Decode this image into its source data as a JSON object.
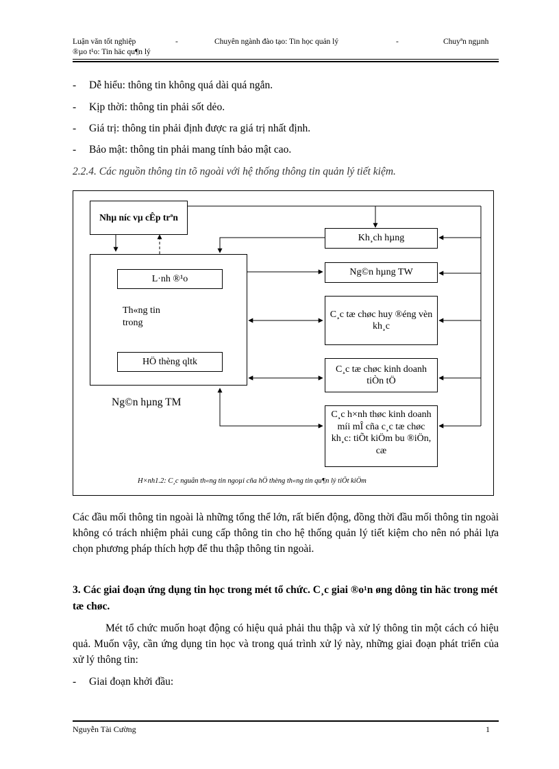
{
  "header": {
    "left": "Luận văn tốt nghiệp",
    "sep1": "-",
    "center": "Chuyên ngành đào tạo: Tin học quản lý",
    "sep2": "-",
    "right": "Chuyªn ngµnh",
    "line2": "®µo t¹o: Tin häc qu¶n lý"
  },
  "bullets": [
    {
      "dash": "-",
      "text": "Dễ hiểu: thông tin không quá dài quá ngắn."
    },
    {
      "dash": "-",
      "text": "Kịp thời: thông tin phải sốt dẻo."
    },
    {
      "dash": "-",
      "text": "Giá trị: thông tin phải định được ra giá trị nhất định."
    },
    {
      "dash": "-",
      "text": "Bảo mật: thông tin phải mang tính bảo mật cao."
    }
  ],
  "section_title": "2.2.4. Các nguồn thông tin tõ ngoài với hệ thống thông tin quản lý tiết kiệm.",
  "diagram": {
    "nha_nuoc": "Nhµ n­íc  vµ cÊp trªn",
    "lanh_dao": "L·nh ®¹o",
    "thong_tin_trong": "Th«ng tin trong",
    "he_thong": "HÖ thèng qltk",
    "ngan_hang_tm": "Ng©n hµng TM",
    "khach_hang": "Kh¸ch hµng",
    "ngan_hang_tw": "Ng©n hµng TW",
    "to_chuc_huy_dong": "C¸c tæ chøc huy ®éng vèn kh¸c",
    "to_chuc_kinh_doanh": "C¸c tæ chøc kinh doanh tiÒn tÖ",
    "hinh_thuc": "C¸c h×nh thøc kinh doanh míi mÎ cña c¸c tæ chøc kh¸c: tiÕt kiÖm bu ®iÖn, cæ",
    "caption": "H×nh1.2:   C¸c nguån th«ng tin ngoµi cña hÖ thèng th«ng tin qu¶n lý tiÕt kiÖm"
  },
  "paragraph1": "Các đầu mối thông tin ngoài là những tổng thể lớn, rất biến động, đồng thời đầu mối thông tin ngoài không có trách nhiệm phải cung cấp thông tin cho hệ thống quản lý tiết kiệm cho nên nó phải lựa chọn phương pháp thích hợp để thu thập thông tin ngoài.",
  "heading3": "3. Các giai đoạn ứng dụng tin học trong mét tổ chức.    C¸c giai ®o¹n øng dông tin häc trong mét tæ chøc.",
  "paragraph2": "Mét tổ chức muốn hoạt động có hiệu quả phải thu thập và xử lý thông tin một cách có hiệu  quả. Muốn vậy, cần ứng dụng tin học và trong quá trình xử lý này, những giai  đoạn phát triển  của xử lý thông tin:",
  "last_bullet": {
    "dash": "-",
    "text": "Giai đoạn khởi đầu:"
  },
  "footer": {
    "author": "Nguyễn Tài Cường",
    "page": "1"
  }
}
